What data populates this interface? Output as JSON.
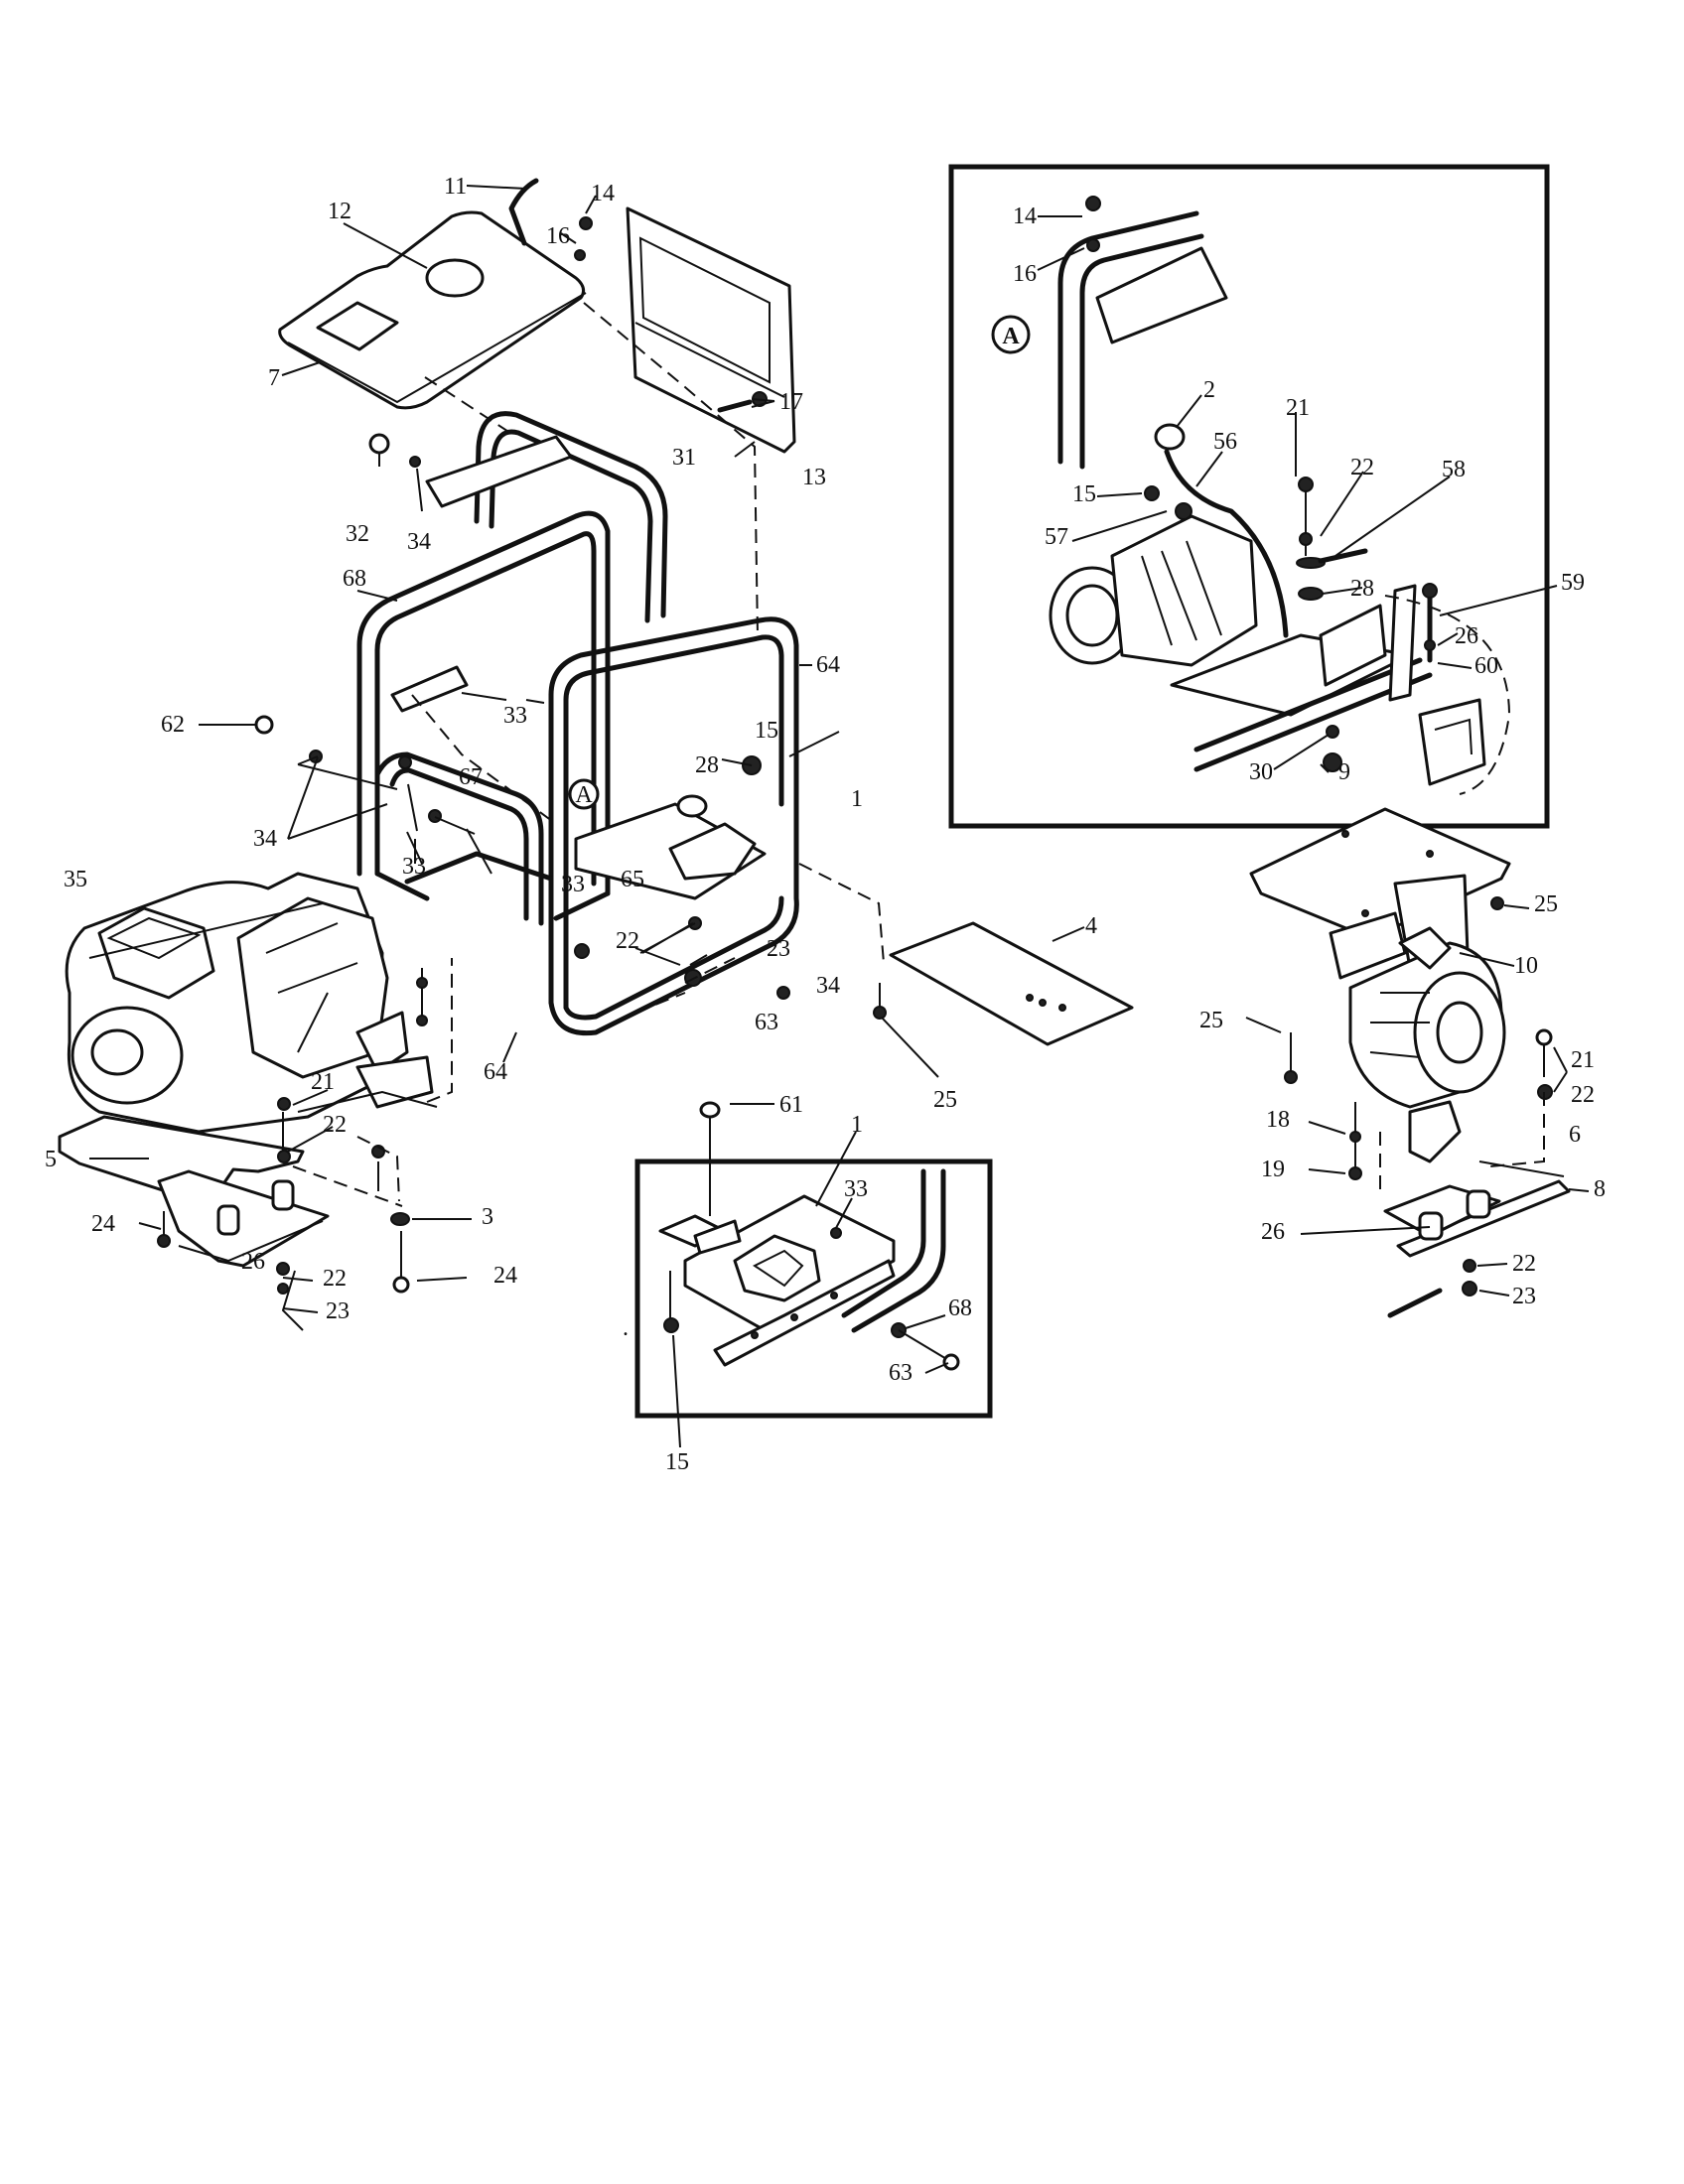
{
  "diagram": {
    "callouts": {
      "main": [
        "11",
        "12",
        "14",
        "16",
        "7",
        "17",
        "13",
        "31",
        "32",
        "34",
        "68",
        "33",
        "64",
        "62",
        "15",
        "67",
        "34",
        "33",
        "28",
        "1",
        "35",
        "65",
        "33",
        "22",
        "23",
        "34",
        "63",
        "64",
        "21",
        "22",
        "5",
        "3",
        "24",
        "24",
        "26",
        "22",
        "23"
      ],
      "detail_a": [
        "A",
        "14",
        "16",
        "2",
        "21",
        "22",
        "58",
        "56",
        "15",
        "57",
        "28",
        "59",
        "26",
        "60",
        "30",
        "9"
      ],
      "inset_bottom": [
        "61",
        "1",
        "33",
        "68",
        "63",
        "15"
      ],
      "panel": [
        "4",
        "25"
      ],
      "alt_engine": [
        "25",
        "10",
        "25",
        "21",
        "22",
        "18",
        "6",
        "19",
        "8",
        "26",
        "22",
        "23"
      ]
    },
    "marker_A_main": "A",
    "stray_dot": "."
  }
}
